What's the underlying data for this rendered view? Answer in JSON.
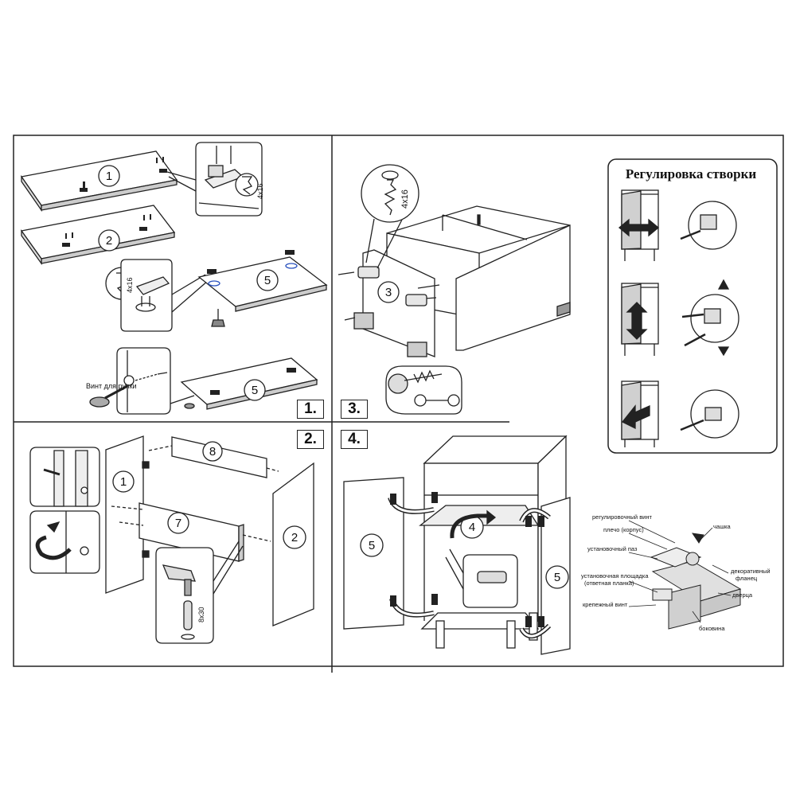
{
  "steps": {
    "s1": "1.",
    "s2": "2.",
    "s3": "3.",
    "s4": "4."
  },
  "parts": {
    "p1": "1",
    "p2": "2",
    "p3": "3",
    "p4": "4",
    "p5": "5",
    "p7": "7",
    "p8": "8"
  },
  "fasteners": {
    "screw_4x16": "4x16",
    "dowel_8x30": "8x30",
    "handle_screw": "Винт для ручки"
  },
  "adjustment": {
    "title": "Регулировка створки"
  },
  "hinge_labels": {
    "adjust_screw": "регулировочный винт",
    "arm": "плечо (корпус)",
    "slot": "установочный паз",
    "plate": "установочная площадка",
    "plate_sub": "(ответная планка)",
    "fix_screw": "крепежный винт",
    "cup": "чашка",
    "flange": "декоративный",
    "flange_sub": "фланец",
    "door": "дверца",
    "side": "боковина"
  },
  "colors": {
    "line": "#222222",
    "accent_red": "#c0392b",
    "accent_blue": "#2a52be",
    "gray_fill": "#b8b8b8"
  }
}
